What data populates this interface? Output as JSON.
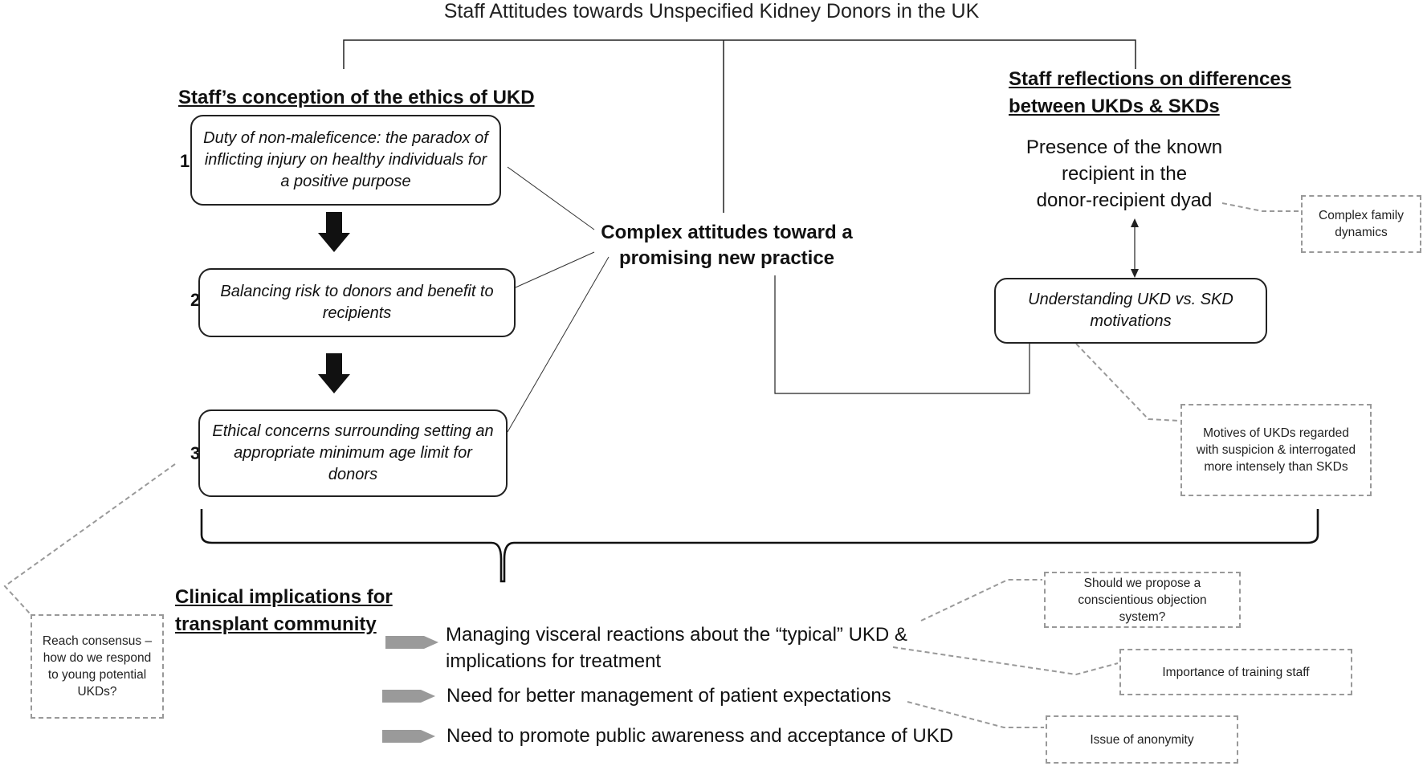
{
  "title": "Staff Attitudes towards Unspecified Kidney Donors in the UK",
  "left_section": {
    "heading": "Staff’s conception of the ethics of UKD",
    "items": [
      {
        "number": "1",
        "text": "Duty of non-maleficence: the paradox of inflicting injury on healthy individuals for a positive purpose"
      },
      {
        "number": "2",
        "text": "Balancing risk to donors and benefit to recipients"
      },
      {
        "number": "3",
        "text": "Ethical concerns surrounding setting an appropriate minimum age limit for donors"
      }
    ]
  },
  "center": {
    "line1": "Complex attitudes toward a",
    "line2": "promising new practice"
  },
  "right_section": {
    "heading_line1": "Staff reflections on differences",
    "heading_line2": "between UKDs & SKDs",
    "presence_line1": "Presence of the known",
    "presence_line2": "recipient in the",
    "presence_line3": "donor-recipient dyad",
    "motivations_box": "Understanding UKD vs. SKD motivations",
    "note_family": "Complex family dynamics",
    "note_motives": "Motives of UKDs regarded with suspicion & interrogated more intensely than SKDs"
  },
  "clinical": {
    "heading_line1": "Clinical implications for",
    "heading_line2": "transplant community",
    "items": [
      "Managing visceral reactions about the “typical” UKD & implications for treatment",
      "Need for better management of patient expectations",
      "Need to promote public awareness and acceptance of UKD"
    ],
    "note_consensus": "Reach consensus – how do we respond to young potential UKDs?",
    "note_objection": "Should we propose a conscientious objection system?",
    "note_training": "Importance of training staff",
    "note_anonymity": "Issue of anonymity"
  },
  "colors": {
    "line": "#222222",
    "dash": "#999999",
    "arrow_gray": "#9a9a9a"
  }
}
